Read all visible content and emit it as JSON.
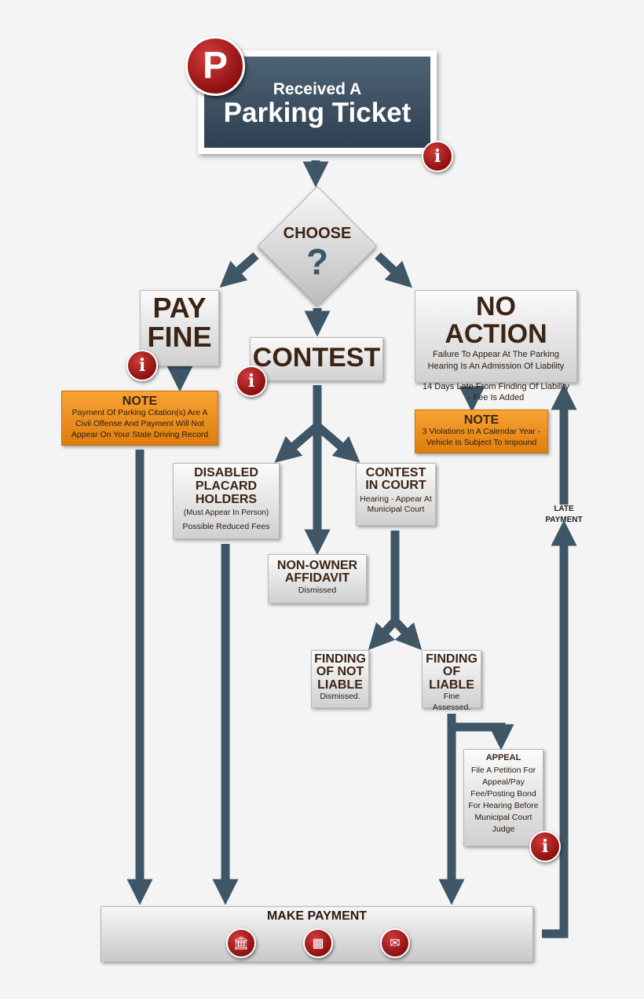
{
  "start": {
    "badge": "P",
    "line1": "Received A",
    "line2": "Parking Ticket"
  },
  "choose": {
    "label": "CHOOSE",
    "mark": "?"
  },
  "pay_fine": {
    "line1": "PAY",
    "line2": "FINE",
    "note": {
      "title": "NOTE",
      "text": "Payment Of Parking Citation(s) Are A Civil Offense And Payment Will Not Appear On Your State Driving Record"
    }
  },
  "contest": {
    "label": "CONTEST"
  },
  "no_action": {
    "title": "NO ACTION",
    "text1": "Failure To Appear At The Parking Hearing Is An Admission Of Liability",
    "text2": "14 Days Late From Finding Of Liability - Fee Is Added",
    "note": {
      "title": "NOTE",
      "text": "3 Violations In A Calendar Year - Vehicle Is Subject To Impound"
    }
  },
  "disabled": {
    "title": "DISABLED PLACARD HOLDERS",
    "sub1": "(Must Appear In Person)",
    "sub2": "Possible Reduced Fees"
  },
  "contest_court": {
    "title": "CONTEST IN COURT",
    "sub": "Hearing - Appear At Municipal Court"
  },
  "non_owner": {
    "title": "NON-OWNER AFFIDAVIT",
    "sub": "Dismissed"
  },
  "not_liable": {
    "title": "FINDING OF NOT LIABLE",
    "sub": "Dismissed."
  },
  "liable": {
    "title": "FINDING OF LIABLE",
    "sub": "Fine Assessed."
  },
  "appeal": {
    "title": "APPEAL",
    "text": "File A Petition For Appeal/Pay Fee/Posting Bond For Hearing Before Municipal Court Judge"
  },
  "late_payment": {
    "line1": "LATE",
    "line2": "PAYMENT"
  },
  "make_payment": {
    "label": "MAKE PAYMENT",
    "icons": [
      "bank-icon",
      "mobile-payment-icon",
      "mail-icon"
    ]
  },
  "info_glyph": "i",
  "colors": {
    "arrow": "#3f5666",
    "header_bg": "#34495a",
    "text_brown": "#3c2414",
    "note_orange": "#ee8c1c",
    "badge_red": "#a31a1a"
  }
}
